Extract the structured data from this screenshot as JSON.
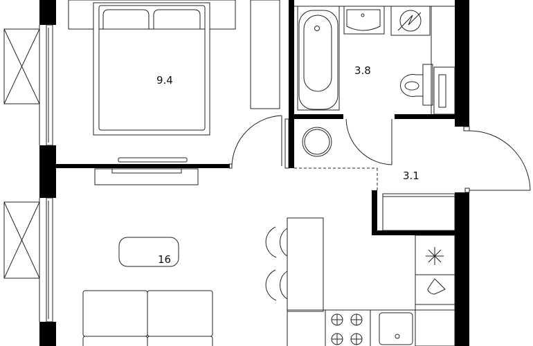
{
  "rooms": [
    {
      "name": "bedroom",
      "area": "9.4"
    },
    {
      "name": "bathroom",
      "area": "3.8"
    },
    {
      "name": "hallway",
      "area": "3.1"
    },
    {
      "name": "living-kitchen",
      "area": "16"
    }
  ],
  "colors": {
    "wall": "#000000",
    "line": "#222222",
    "background": "#ffffff"
  }
}
